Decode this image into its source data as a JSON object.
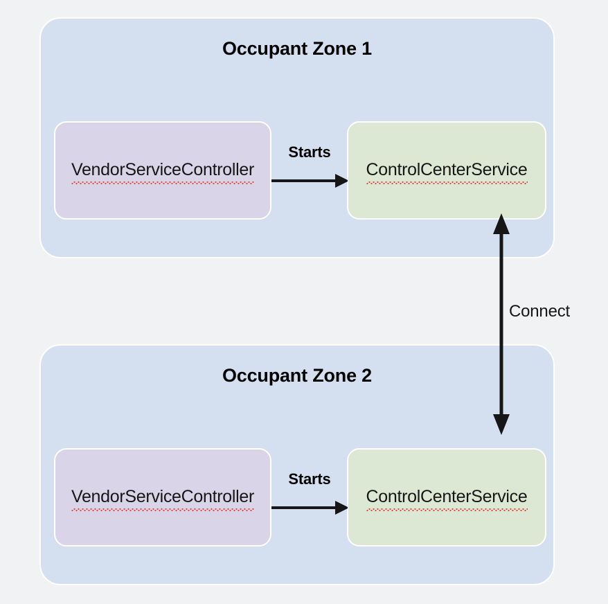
{
  "diagram": {
    "background_color": "#f1f2f4",
    "zone_color": "#d4e0f0",
    "vendor_node_color": "#d9d4e7",
    "control_node_color": "#dde8d4",
    "arrow_color": "#161616",
    "spellcheck_underline_color": "#e0453a",
    "zones": [
      {
        "title": "Occupant Zone 1",
        "nodes": [
          {
            "label": "VendorServiceController",
            "role": "vendor-service-controller"
          },
          {
            "label": "ControlCenterService",
            "role": "control-center-service"
          }
        ],
        "edge_label": "Starts"
      },
      {
        "title": "Occupant Zone 2",
        "nodes": [
          {
            "label": "VendorServiceController",
            "role": "vendor-service-controller"
          },
          {
            "label": "ControlCenterService",
            "role": "control-center-service"
          }
        ],
        "edge_label": "Starts"
      }
    ],
    "cross_zone_edge": {
      "label": "Connect",
      "direction": "bidirectional"
    }
  }
}
